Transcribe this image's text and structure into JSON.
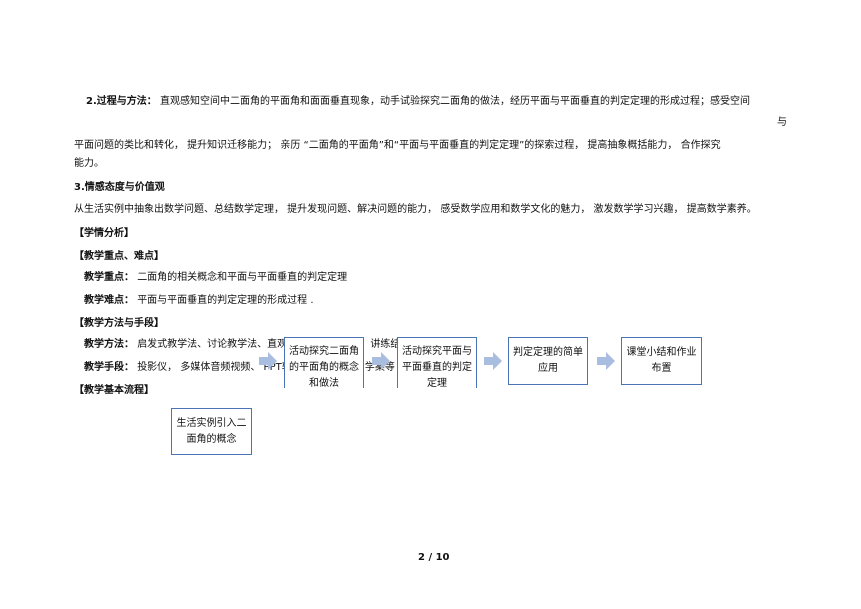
{
  "objectives": {
    "process_heading": "2.过程与方法：",
    "process_line1": "直观感知空间中二面角的平面角和面面垂直现象，动手试验探究二面角的做法，经历平面与平面垂直的判定定理的形成过程；感受空间",
    "process_line1_tail": "与",
    "process_line2": "平面问题的类比和转化， 提升知识迁移能力； 亲历 “二面角的平面角”和“平面与平面垂直的判定定理”的探索过程， 提高抽象概括能力， 合作探究",
    "process_line3": "能力。",
    "emotion_heading": "3.情感态度与价值观",
    "emotion_text": "从生活实例中抽象出数学问题、总结数学定理， 提升发现问题、解决问题的能力， 感受数学应用和数学文化的魅力， 激发数学学习兴趣， 提高数学素养。"
  },
  "sections": {
    "analysis": "【学情分析】",
    "key_points": "【教学重点、难点】",
    "key_label": "教学重点：",
    "key_text": "二面角的相关概念和平面与平面垂直的判定定理",
    "difficulty_label": "教学难点：",
    "difficulty_text": "平面与平面垂直的判定定理的形成过程 .",
    "methods": "【教学方法与手段】",
    "method_label": "教学方法：",
    "method_text": "启发式教学法、讨论教学法、直观演示法、 实验法、讲练结合法；",
    "means_label": "教学手段：",
    "means_text": "投影仪， 多媒体音频视频、 PPT软件、几何画板、 学案等",
    "flow": "【教学基本流程】"
  },
  "flowchart": {
    "box1": "活动探究二面角的平面角的概念和做法",
    "box2": "活动探究平面与平面垂直的判定定理",
    "box3": "判定定理的简单应用",
    "box4": "课堂小结和作业布置",
    "box_start": "生活实例引入二面角的概念",
    "arrow_color": "#a9bde0",
    "border_color": "#4a74b8"
  },
  "footer": {
    "page": "2",
    "separator": "/",
    "total": "10"
  }
}
